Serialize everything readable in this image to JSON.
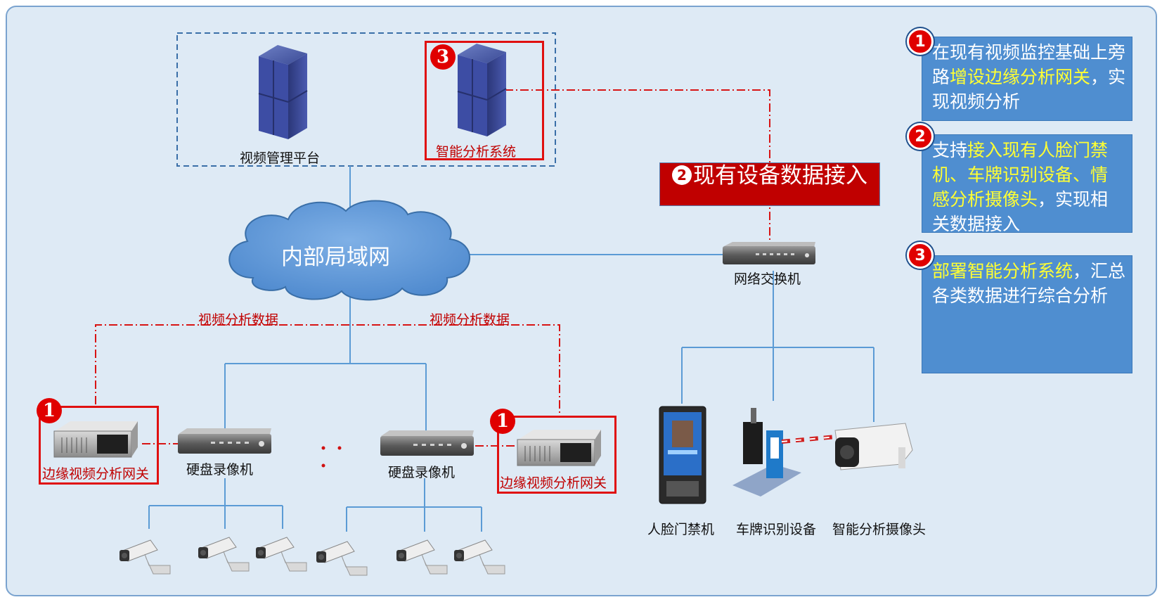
{
  "nodes": {
    "video_platform": "视频管理平台",
    "analysis_system": "智能分析系统",
    "lan": "内部局域网",
    "switch": "网络交换机",
    "nvr_left": "硬盘录像机",
    "nvr_right": "硬盘录像机",
    "gateway_left": "边缘视频分析网关",
    "gateway_right": "边缘视频分析网关",
    "face_gate": "人脸门禁机",
    "plate_device": "车牌识别设备",
    "smart_camera": "智能分析摄像头",
    "ellipsis": "。。。"
  },
  "links": {
    "data_left": "视频分析数据",
    "data_right": "视频分析数据"
  },
  "banner": {
    "number": "2",
    "text": "现有设备数据接入"
  },
  "markers": {
    "one": "1",
    "two": "2",
    "three": "3"
  },
  "panels": [
    {
      "number": "1",
      "pre": "在现有视频监控基础上旁路",
      "highlight": "增设边缘分析网关",
      "post": "，实现视频分析"
    },
    {
      "number": "2",
      "pre": "支持",
      "highlight": "接入现有人脸门禁机、车牌识别设备、情感分析摄像头",
      "post": "，实现相关数据接入"
    },
    {
      "number": "3",
      "pre": "",
      "highlight": "部署智能分析系统",
      "post": "，汇总各类数据进行综合分析"
    }
  ],
  "colors": {
    "background": "#deeaf5",
    "panel": "#4f8ed0",
    "highlight": "#ffff33",
    "accent_red": "#e00000",
    "line_blue": "#5b9bd5"
  }
}
